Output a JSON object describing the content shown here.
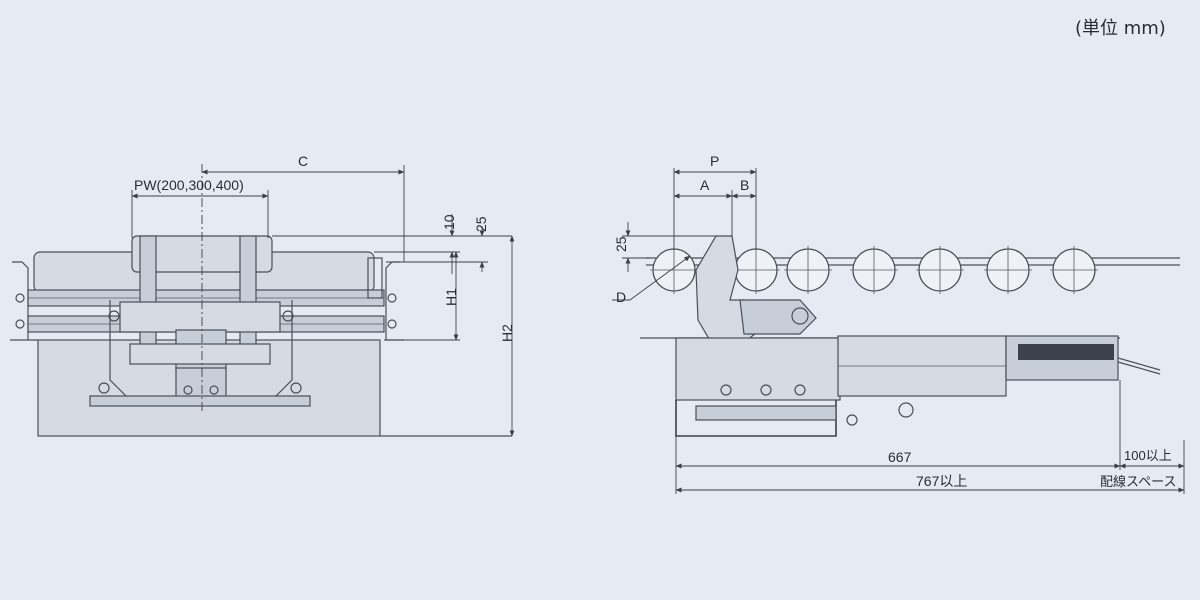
{
  "unit_label": "(単位 mm)",
  "left_view": {
    "dim_c": "C",
    "dim_pw": "PW(200,300,400)",
    "dim_10": "10",
    "dim_25": "25",
    "dim_h1": "H1",
    "dim_h2": "H2"
  },
  "right_view": {
    "dim_p": "P",
    "dim_a": "A",
    "dim_b": "B",
    "dim_25": "25",
    "dim_d": "D",
    "dim_667": "667",
    "dim_100": "100以上",
    "dim_767": "767以上",
    "wiring_space": "配線スペース"
  },
  "colors": {
    "background": "#e6eaf2",
    "line": "#4a4f5a"
  }
}
